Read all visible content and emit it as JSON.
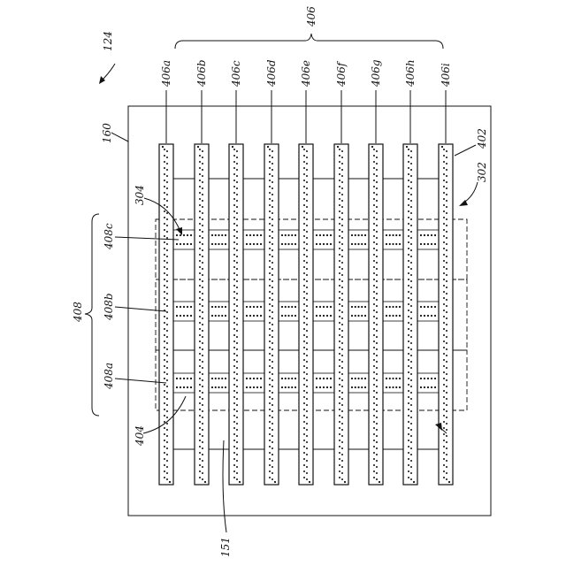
{
  "figure": {
    "device_label": "124",
    "substrate_label": "160",
    "group_label": "406",
    "strip_labels": [
      "406a",
      "406b",
      "406c",
      "406d",
      "406e",
      "406f",
      "406g",
      "406h",
      "406i"
    ],
    "row_group_label": "408",
    "row_labels": [
      "408c",
      "408b",
      "408a"
    ],
    "other_labels": {
      "pad_top": "304",
      "pad_bottom": "404",
      "area": "302",
      "strip_end": "402",
      "base": "151"
    }
  }
}
